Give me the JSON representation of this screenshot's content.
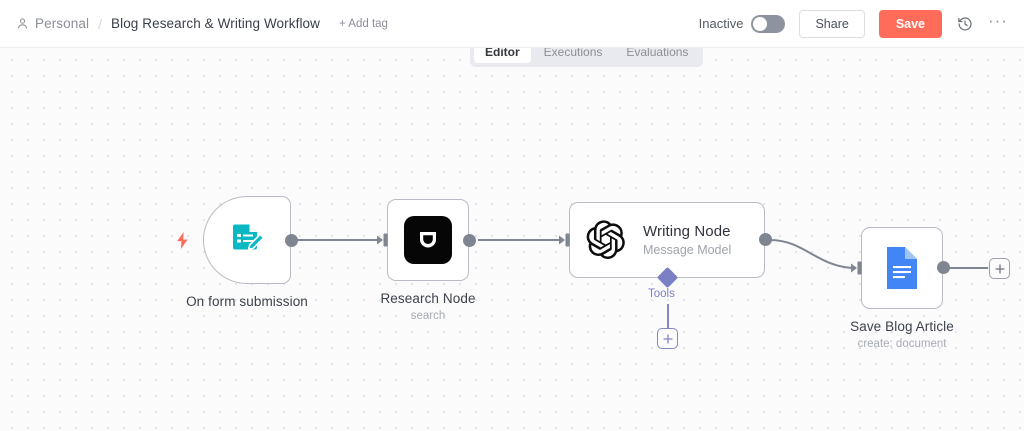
{
  "header": {
    "project_icon": "user-icon",
    "project": "Personal",
    "separator": "/",
    "workflow_title": "Blog Research & Writing Workflow",
    "add_tag_label": "+ Add tag",
    "activation_label": "Inactive",
    "activation_state": "off",
    "share_label": "Share",
    "save_label": "Save",
    "history_icon": "history-clock-icon",
    "more_icon": "ellipsis-icon",
    "more_label": "···",
    "save_color": "#ff6d5a"
  },
  "tabs": {
    "items": [
      {
        "label": "Editor",
        "active": true
      },
      {
        "label": "Executions",
        "active": false
      },
      {
        "label": "Evaluations",
        "active": false
      }
    ]
  },
  "canvas": {
    "background": "#fbfbfc",
    "dot_color": "#e3e4e9",
    "nodes": [
      {
        "id": "on-form-submission",
        "kind": "trigger",
        "title": "On form submission",
        "subtitle": "",
        "icon": "form-pencil-icon",
        "icon_color": "#0ab8c4",
        "badge": "lightning-bolt-icon",
        "badge_color": "#ff6d5a"
      },
      {
        "id": "research-node",
        "kind": "action",
        "title": "Research Node",
        "subtitle": "search",
        "icon": "tavily-logo-icon",
        "icon_color": "#060606"
      },
      {
        "id": "writing-node",
        "kind": "model",
        "title": "Writing Node",
        "subtitle": "Message Model",
        "icon": "openai-logo-icon",
        "icon_color": "#000000",
        "sub_connector": {
          "label": "Tools",
          "color": "#7b80c4",
          "add_label": "+"
        }
      },
      {
        "id": "save-blog-article",
        "kind": "action",
        "title": "Save Blog Article",
        "subtitle": "create: document",
        "icon": "google-docs-icon",
        "icon_color": "#4285f4"
      }
    ],
    "add_node_label": "+",
    "connector_color": "#808691"
  }
}
